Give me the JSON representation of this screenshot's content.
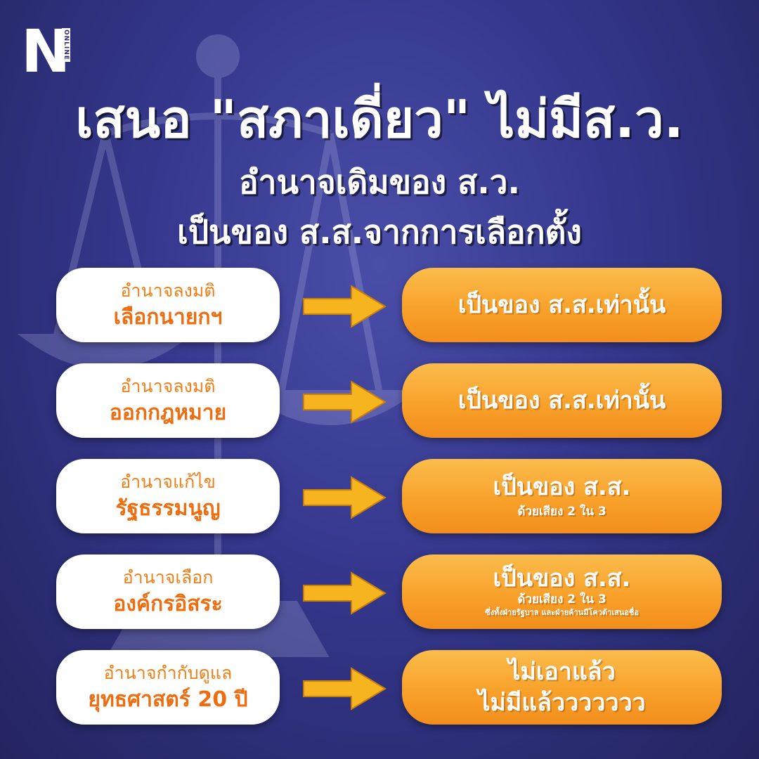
{
  "brand": {
    "logo_letter": "N",
    "logo_tag": "ONLINE"
  },
  "headline": {
    "line1": "เสนอ \"สภาเดี่ยว\" ไม่มีส.ว.",
    "line2": "อำนาจเดิมของ ส.ว.",
    "line3": "เป็นของ ส.ส.จากการเลือกตั้ง"
  },
  "rows": [
    {
      "left_line1": "อำนาจลงมติ",
      "left_line2": "เลือกนายกฯ",
      "right_main": "เป็นของ ส.ส.เท่านั้น"
    },
    {
      "left_line1": "อำนาจลงมติ",
      "left_line2": "ออกกฎหมาย",
      "right_main": "เป็นของ ส.ส.เท่านั้น"
    },
    {
      "left_line1": "อำนาจแก้ไข",
      "left_line2": "รัฐธรรมนูญ",
      "right_main": "เป็นของ ส.ส.",
      "right_sub": "ด้วยเสียง 2 ใน 3"
    },
    {
      "left_line1": "อำนาจเลือก",
      "left_line2": "องค์กรอิสระ",
      "right_main": "เป็นของ ส.ส.",
      "right_sub": "ด้วยเสียง 2 ใน 3",
      "right_note": "ซึ่งทั้งฝ่ายรัฐบาล และฝ่ายค้านมีโควต้าเสนอชื่อ"
    },
    {
      "left_line1": "อำนาจกำกับดูแล",
      "left_line2": "ยุทธศาสตร์ 20 ปี",
      "right_line1": "ไม่เอาแล้ว",
      "right_line2": "ไม่มีแล้ววววววว"
    }
  ],
  "colors": {
    "background": "#2d2f7e",
    "orange_accent": "#f8a12b",
    "orange_text": "#ee6d10",
    "arrow_yellow": "#f6b51f"
  },
  "icons": {
    "arrow": "arrow-right-icon",
    "background": "scales-of-justice-icon"
  }
}
